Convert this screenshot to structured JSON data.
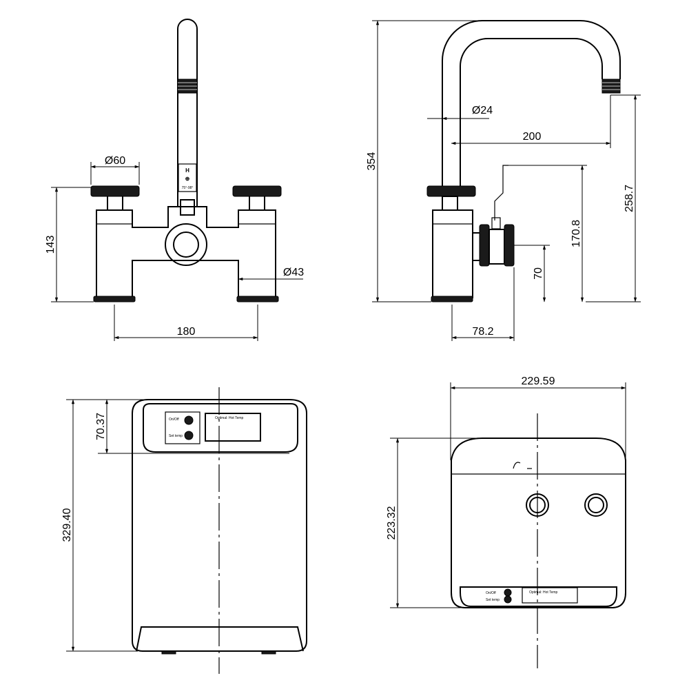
{
  "dimensions": {
    "front": {
      "handle_dia": "Ø60",
      "height": "143",
      "base_dia": "Ø43",
      "width": "180"
    },
    "side": {
      "total_height": "354",
      "spout_dia": "Ø24",
      "reach": "200",
      "height_258": "258.7",
      "height_170": "170.8",
      "height_70": "70",
      "depth": "78.2"
    },
    "boiler_front": {
      "panel_height": "70.37",
      "total_height": "329.40"
    },
    "boiler_rear": {
      "width": "229.59",
      "height": "223.32"
    }
  },
  "faucet_badge": {
    "letter": "H",
    "symbol": "⊕",
    "temp": "75°-98°"
  },
  "panels": {
    "front": {
      "btn1": "On/Off",
      "btn2": "Set temp",
      "display": "Optimal: Hot Temp"
    },
    "rear": {
      "btn1": "On/Off",
      "btn2": "Set temp",
      "display": "Optimal: Hot Temp"
    }
  }
}
